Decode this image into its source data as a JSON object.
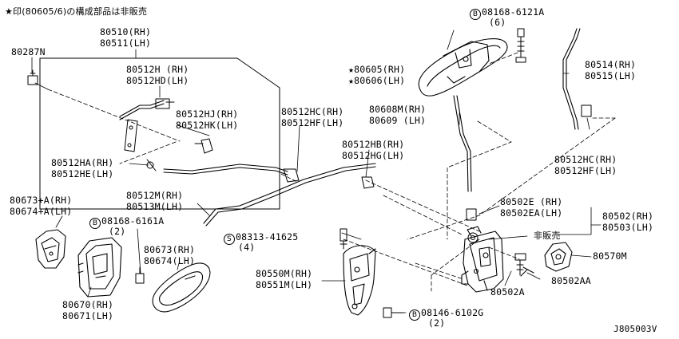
{
  "note": "★印(80605/6)の構成部品は非販売",
  "figure_code": "J805003V",
  "hikanbai": "非販売",
  "labels": {
    "p80510": "80510(RH)",
    "p80511": "80511(LH)",
    "p80287N": "80287N",
    "p80512H": "80512H (RH)",
    "p80512HD": "80512HD(LH)",
    "p80512HJ": "80512HJ(RH)",
    "p80512HK": "80512HK(LH)",
    "p80512HA": "80512HA(RH)",
    "p80512HE": "80512HE(LH)",
    "p80512HC_a": "80512HC(RH)",
    "p80512HF_a": "80512HF(LH)",
    "p80512HB": "80512HB(RH)",
    "p80512HG": "80512HG(LH)",
    "p80512M": "80512M(RH)",
    "p80513M": "80513M(LH)",
    "p80673A": "80673+A(RH)",
    "p80674A": "80674+A(LH)",
    "p80673": "80673(RH)",
    "p80674": "80674(LH)",
    "p80670": "80670(RH)",
    "p80671": "80671(LH)",
    "bolt1_num": "08168-6161A",
    "bolt1_qty": "(2)",
    "bolt1_mark": "B",
    "screw_num": "08313-41625",
    "screw_qty": "(4)",
    "screw_mark": "S",
    "p80550M": "80550M(RH)",
    "p80551M": "80551M(LH)",
    "bolt3_num": "08146-6102G",
    "bolt3_qty": "(2)",
    "bolt3_mark": "B",
    "bolt2_num": "08168-6121A",
    "bolt2_qty": "(6)",
    "bolt2_mark": "B",
    "p80605": "★80605(RH)",
    "p80606": "★80606(LH)",
    "p80608M": "80608M(RH)",
    "p80609": "80609 (LH)",
    "p80514": "80514(RH)",
    "p80515": "80515(LH)",
    "p80512HC_b": "80512HC(RH)",
    "p80512HF_b": "80512HF(LH)",
    "p80502E": "80502E (RH)",
    "p80502EA": "80502EA(LH)",
    "p80502": "80502(RH)",
    "p80503": "80503(LH)",
    "p80570M": "80570M",
    "p80502AA": "80502AA",
    "p80502A": "80502A"
  }
}
